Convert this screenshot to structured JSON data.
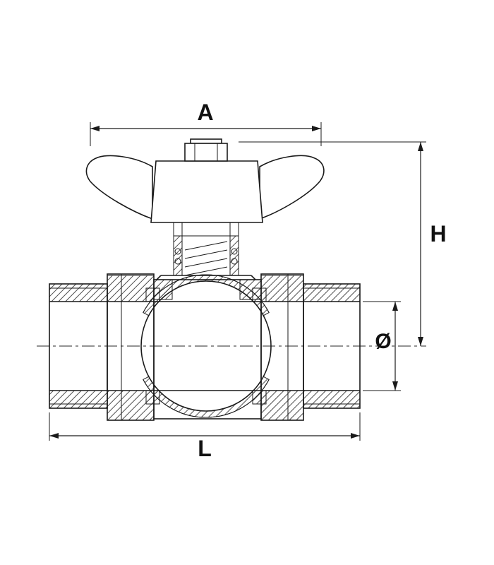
{
  "page": {
    "background_color": "#ffffff"
  },
  "drawing": {
    "name": "ball-valve-cross-section-technical-drawing",
    "subject": "brass ball valve with butterfly handle, sectional view",
    "line_color": "#1a1a1a"
  },
  "dimension_labels": {
    "overall_width": "A",
    "height_to_center": "H",
    "bore_diameter": "Ø",
    "overall_length": "L"
  }
}
